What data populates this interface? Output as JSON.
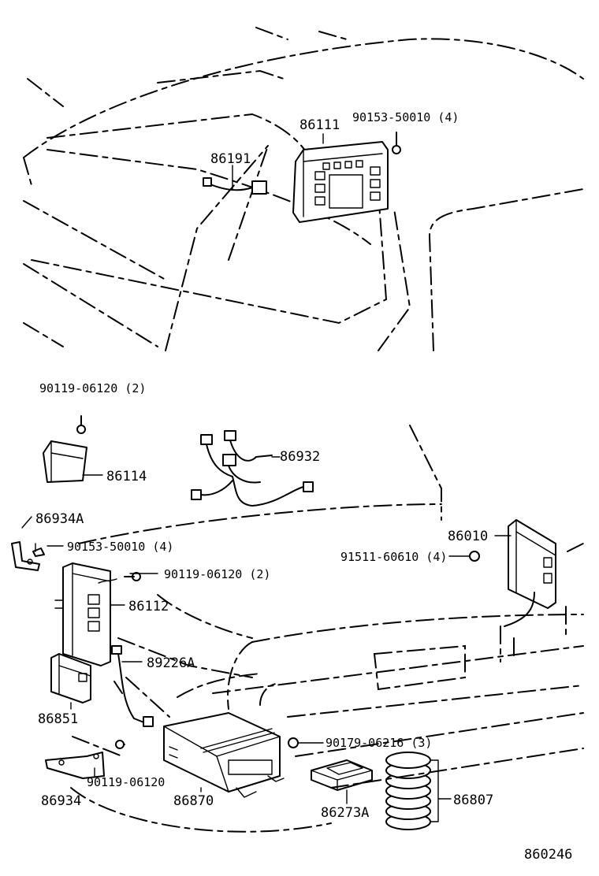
{
  "labels": {
    "p86111": "86111",
    "p90153_top": "90153-50010 (4)",
    "p86191": "86191",
    "p90119_a": "90119-06120 (2)",
    "p86114": "86114",
    "p86932": "86932",
    "p86934A": "86934A",
    "p90153_mid": "90153-50010 (4)",
    "p90119_b": "90119-06120 (2)",
    "p86112": "86112",
    "p89226A": "89226A",
    "p86851": "86851",
    "p90119_c": "90119-06120",
    "p86934": "86934",
    "p86870": "86870",
    "p90179": "90179-06216 (3)",
    "p86273A": "86273A",
    "p86807": "86807",
    "p86010": "86010",
    "p91511": "91511-60610 (4)",
    "diagram_id": "860246"
  }
}
